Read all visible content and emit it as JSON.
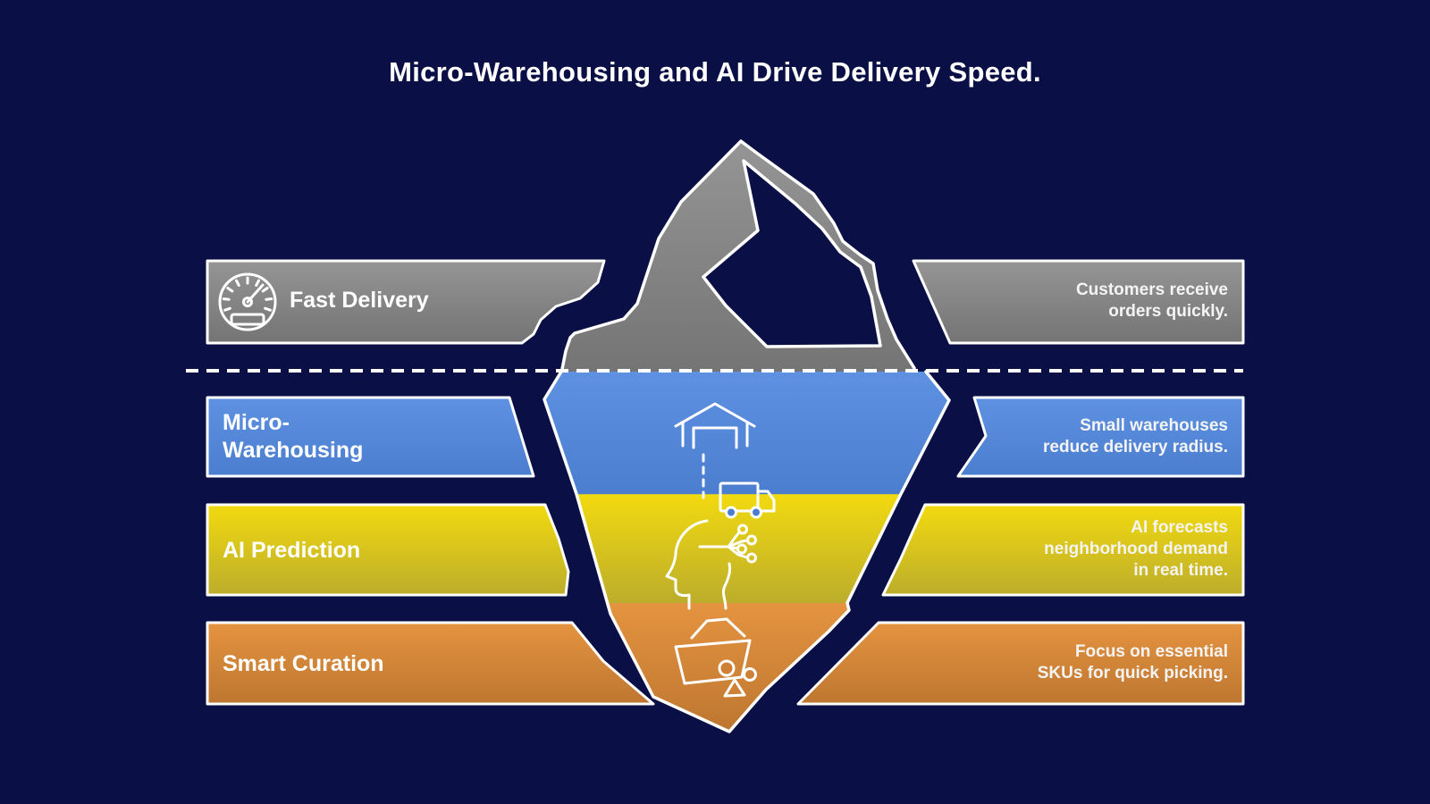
{
  "title": "Micro-Warehousing and AI Drive Delivery Speed.",
  "colors": {
    "background": "#0a1045",
    "outline": "#ffffff",
    "text": "#ffffff",
    "gray_top": "#959595",
    "gray_mid": "#7e7e7e",
    "gray_bottom": "#747474",
    "blue_top": "#5e91e1",
    "blue_bottom": "#4c7ecf",
    "yellow_top": "#f2da10",
    "yellow_bottom": "#bcad2b",
    "orange_top": "#e59440",
    "orange_mid": "#cd8036",
    "orange_bottom": "#bd7630"
  },
  "layers": [
    {
      "id": "fast-delivery",
      "label": "Fast Delivery",
      "description": "Customers receive orders quickly.",
      "description_lines": [
        "Customers receive",
        "orders quickly."
      ],
      "icon": "speedometer-icon",
      "position": "above-waterline",
      "color_top": "#959595",
      "color_bottom": "#747474"
    },
    {
      "id": "micro-warehousing",
      "label": "Micro-Warehousing",
      "label_lines": [
        "Micro-",
        "Warehousing"
      ],
      "description": "Small warehouses reduce delivery radius.",
      "description_lines": [
        "Small warehouses",
        "reduce delivery radius."
      ],
      "icon": "warehouse-truck-icon",
      "position": "below-waterline",
      "color_top": "#5e91e1",
      "color_bottom": "#4c7ecf"
    },
    {
      "id": "ai-prediction",
      "label": "AI Prediction",
      "description": "AI forecasts neighborhood demand in real time.",
      "description_lines": [
        "AI forecasts",
        "neighborhood demand",
        "in real time."
      ],
      "icon": "ai-brain-icon",
      "position": "below-waterline",
      "color_top": "#f2da10",
      "color_bottom": "#bcad2b"
    },
    {
      "id": "smart-curation",
      "label": "Smart Curation",
      "description": "Focus on essential SKUs for quick picking.",
      "description_lines": [
        "Focus on essential",
        "SKUs for quick picking."
      ],
      "icon": "basket-icon",
      "position": "below-waterline",
      "color_top": "#e59440",
      "color_bottom": "#bd7630"
    }
  ]
}
